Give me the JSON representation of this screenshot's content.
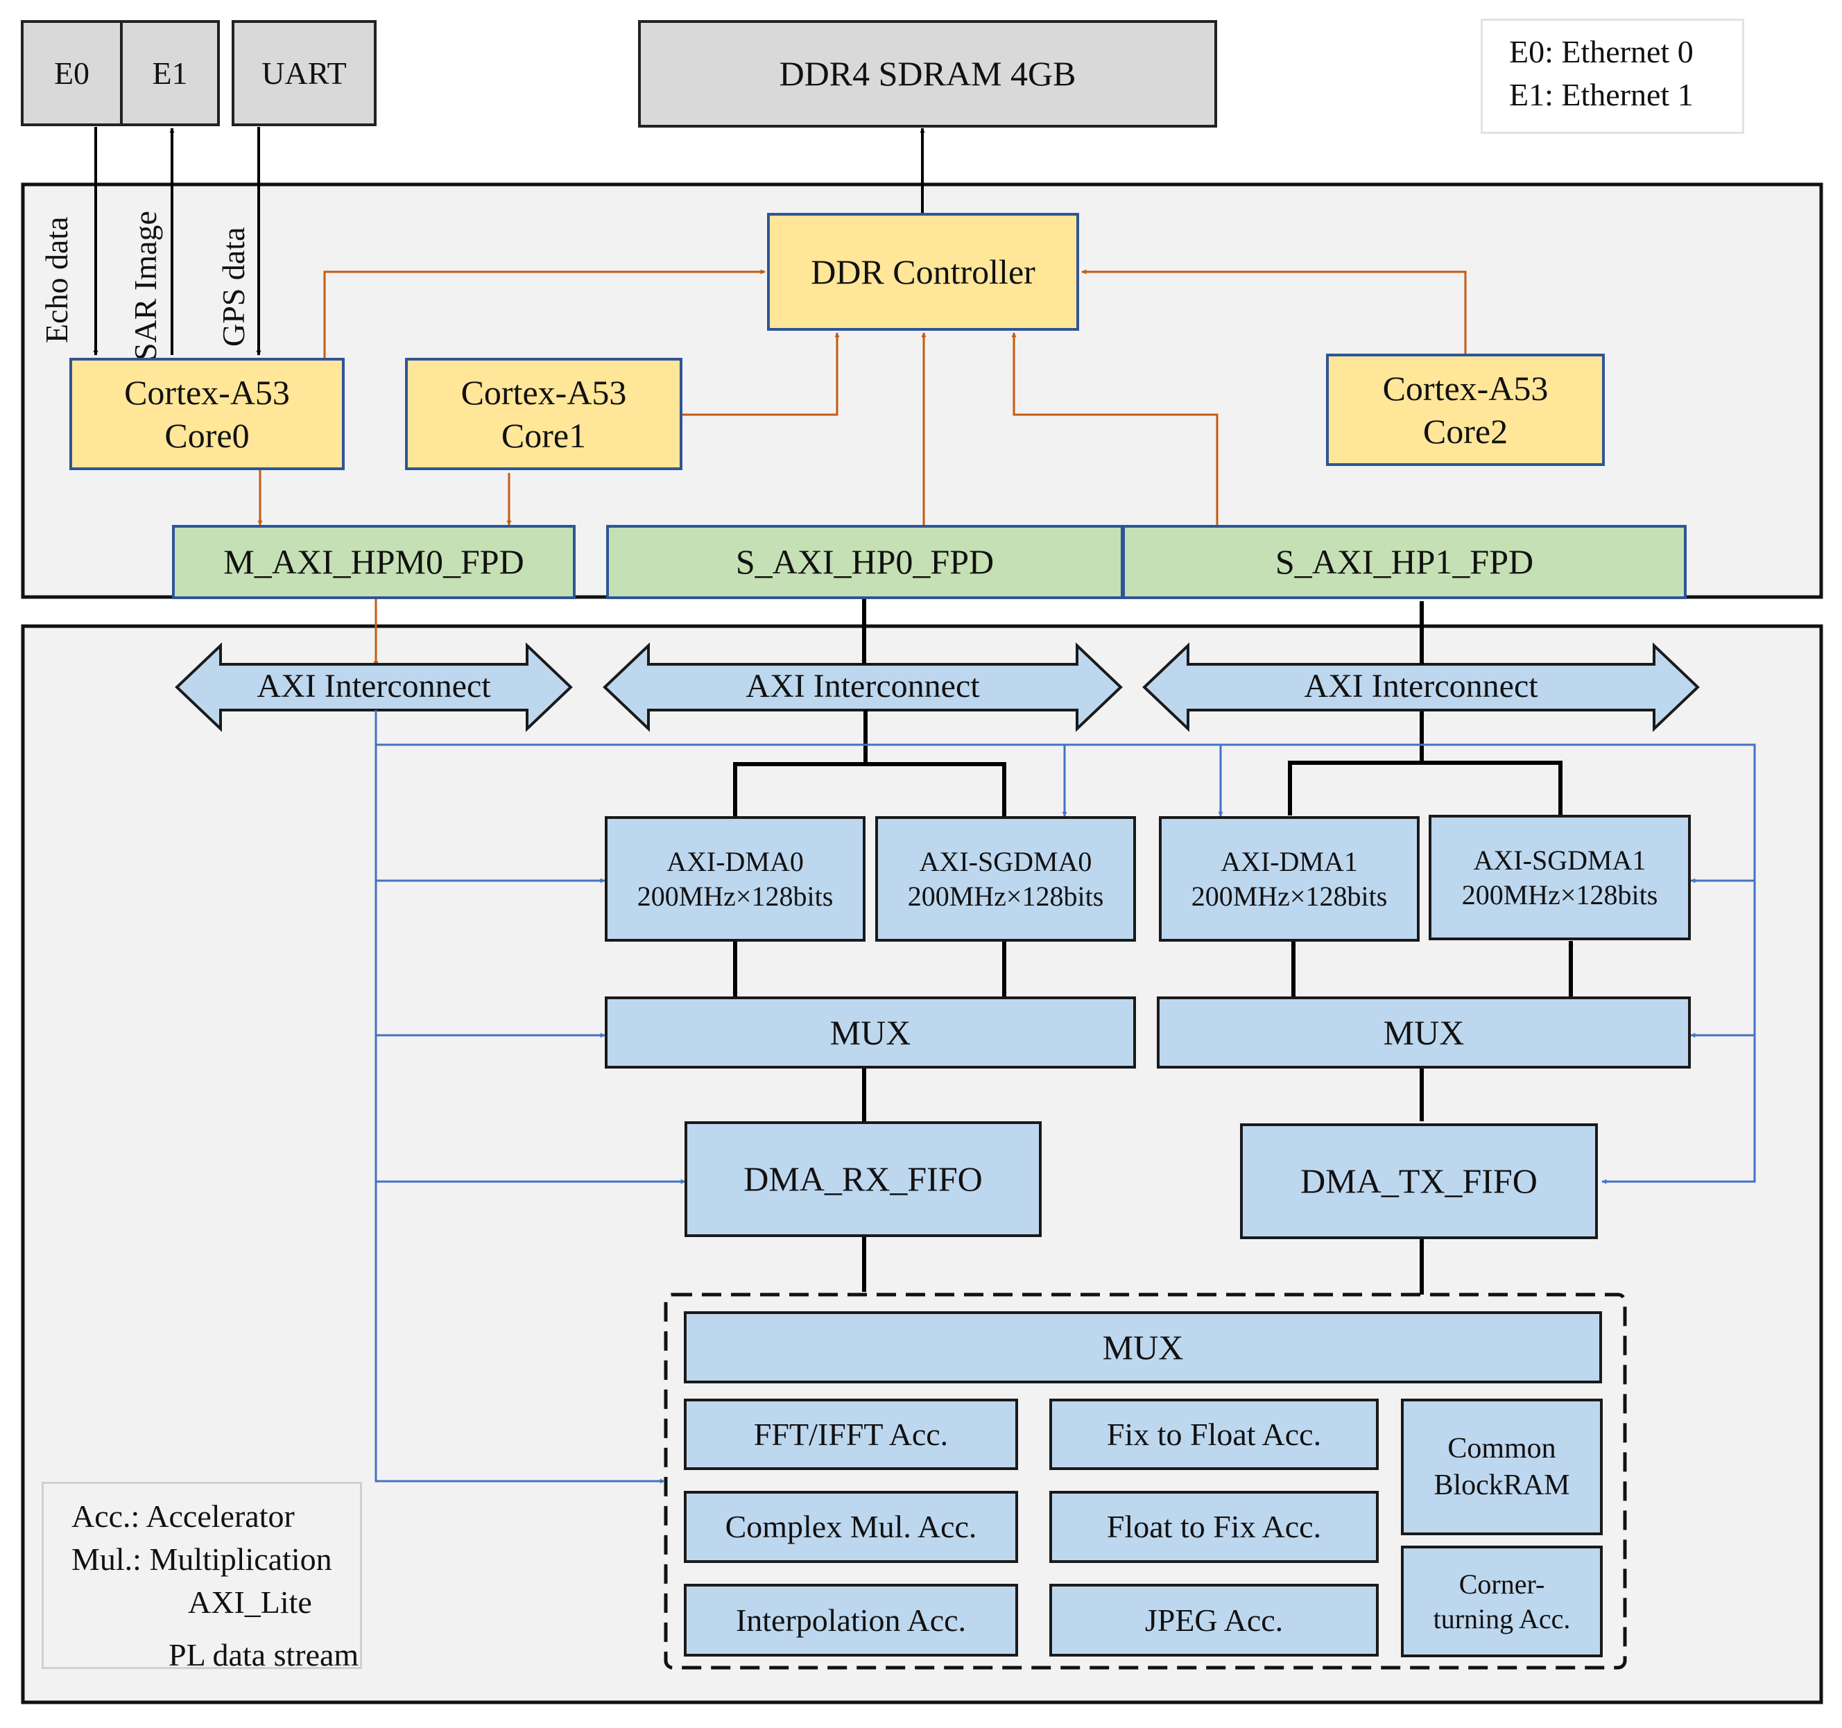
{
  "top": {
    "e0": "E0",
    "e1": "E1",
    "uart": "UART",
    "ddr": "DDR4 SDRAM 4GB"
  },
  "abbrev_legend": {
    "line1": "E0: Ethernet 0",
    "line2": "E1: Ethernet 1"
  },
  "ps": {
    "echo_label": "Echo data",
    "sar_label": "SAR Image",
    "gps_label": "GPS data",
    "ddr_controller": "DDR Controller",
    "core0": [
      "Cortex-A53",
      "Core0"
    ],
    "core1": [
      "Cortex-A53",
      "Core1"
    ],
    "core2": [
      "Cortex-A53",
      "Core2"
    ],
    "m_axi_hpm0": "M_AXI_HPM0_FPD",
    "s_axi_hp0": "S_AXI_HP0_FPD",
    "s_axi_hp1": "S_AXI_HP1_FPD"
  },
  "pl": {
    "axi_interconnect_left": "AXI Interconnect",
    "axi_interconnect_mid": "AXI Interconnect",
    "axi_interconnect_right": "AXI Interconnect",
    "dma0": [
      "AXI-DMA0",
      "200MHz×128bits"
    ],
    "sgdma0": [
      "AXI-SGDMA0",
      "200MHz×128bits"
    ],
    "dma1": [
      "AXI-DMA1",
      "200MHz×128bits"
    ],
    "sgdma1": [
      "AXI-SGDMA1",
      "200MHz×128bits"
    ],
    "mux_left": "MUX",
    "mux_right": "MUX",
    "rx_fifo": "DMA_RX_FIFO",
    "tx_fifo": "DMA_TX_FIFO",
    "acc_mux": "MUX",
    "fft": "FFT/IFFT Acc.",
    "fix2float": "Fix to Float Acc.",
    "common_bram": [
      "Common",
      "BlockRAM"
    ],
    "complex_mul": "Complex Mul. Acc.",
    "float2fix": "Float to Fix Acc.",
    "interp": "Interpolation Acc.",
    "jpeg": "JPEG Acc.",
    "corner": [
      "Corner-",
      "turning Acc."
    ]
  },
  "legend": {
    "acc": "Acc.: Accelerator",
    "mul": "Mul.: Multiplication",
    "axi_lite": "AXI_Lite",
    "pl_stream": "PL data stream"
  },
  "colors": {
    "ps_block": "#ffe699",
    "interface": "#c5e0b4",
    "pl_block": "#bdd7ee",
    "external": "#d9d9d9",
    "orange_arrow": "#c55a11",
    "blue_arrow": "#4472c4",
    "black_arrow": "#000000"
  }
}
